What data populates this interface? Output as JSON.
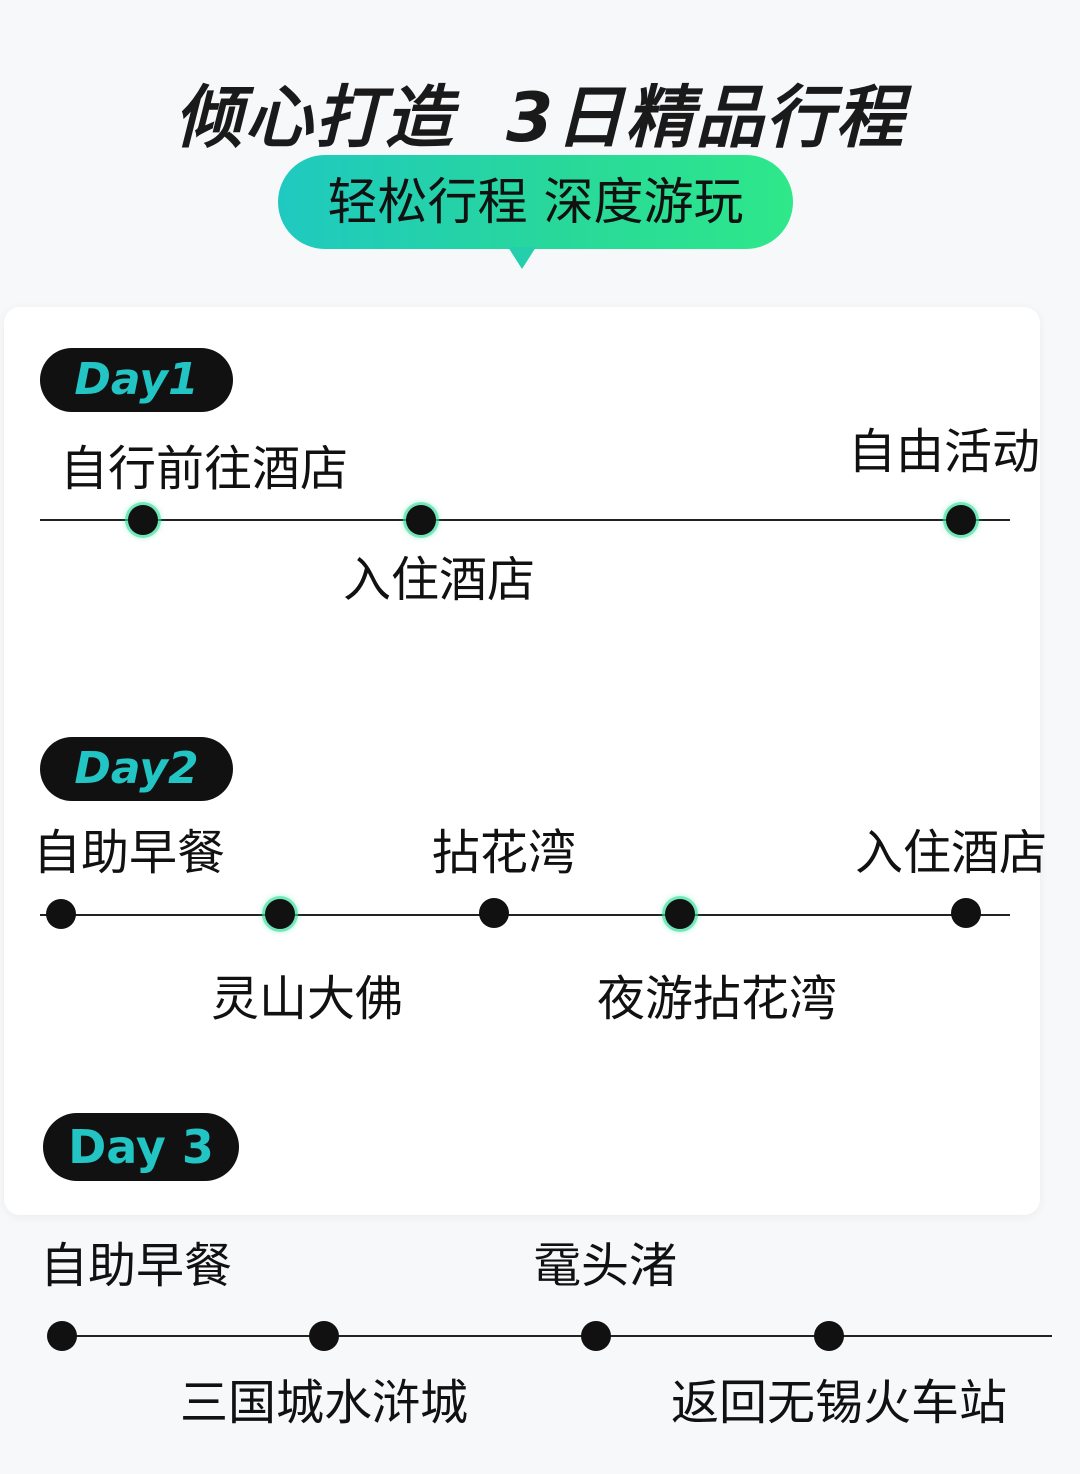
{
  "header": {
    "title": "倾心打造  3日精品行程",
    "subtitle": "轻松行程 深度游玩"
  },
  "days": [
    {
      "badge": "Day1",
      "stops": [
        "自行前往酒店",
        "入住酒店",
        "自由活动"
      ]
    },
    {
      "badge": "Day2",
      "stops": [
        "自助早餐",
        "灵山大佛",
        "拈花湾",
        "夜游拈花湾",
        "入住酒店"
      ]
    },
    {
      "badge": "Day 3",
      "stops": [
        "自助早餐",
        "三国城水浒城",
        "鼋头渚",
        "返回无锡火车站"
      ]
    }
  ],
  "colors": {
    "accent": "#22c4c4",
    "tag_gradient_start": "#1fc9c0",
    "tag_gradient_end": "#2ee88a",
    "dot": "#111111"
  }
}
